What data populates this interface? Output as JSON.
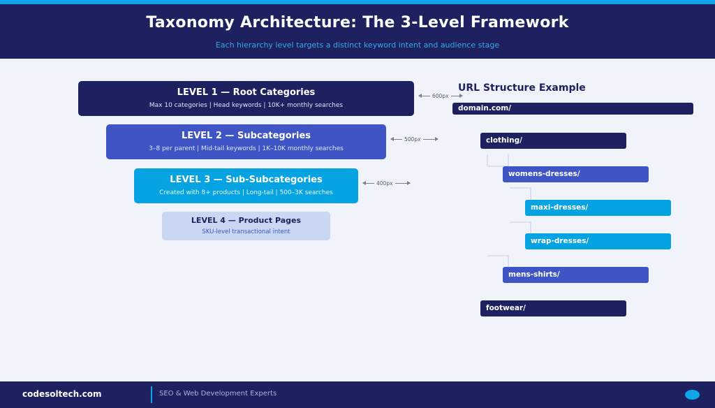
{
  "header": {
    "title": "Taxonomy Architecture: The 3-Level Framework",
    "subtitle": "Each hierarchy level targets a distinct keyword intent and audience stage"
  },
  "levels": [
    {
      "title": "LEVEL 1 — Root Categories",
      "desc": "Max 10 categories | Head keywords | 10K+ monthly searches",
      "width_label": "600px"
    },
    {
      "title": "LEVEL 2 — Subcategories",
      "desc": "3–8 per parent | Mid-tail keywords | 1K–10K monthly searches",
      "width_label": "500px"
    },
    {
      "title": "LEVEL 3 — Sub-Subcategories",
      "desc": "Created with 8+ products | Long-tail | 500–3K searches",
      "width_label": "400px"
    },
    {
      "title": "LEVEL 4 — Product Pages",
      "desc": "SKU-level transactional intent"
    }
  ],
  "url_structure": {
    "title": "URL Structure Example",
    "nodes": [
      "domain.com/",
      "clothing/",
      "womens-dresses/",
      "maxi-dresses/",
      "wrap-dresses/",
      "mens-shirts/",
      "footwear/"
    ]
  },
  "colors": {
    "navy": "#1e2160",
    "indigo": "#3f55c6",
    "cyan": "#06a3e2",
    "light": "#c9d7f2"
  },
  "footer": {
    "brand": "codesoltech.com",
    "tagline": "SEO & Web Development Experts"
  }
}
